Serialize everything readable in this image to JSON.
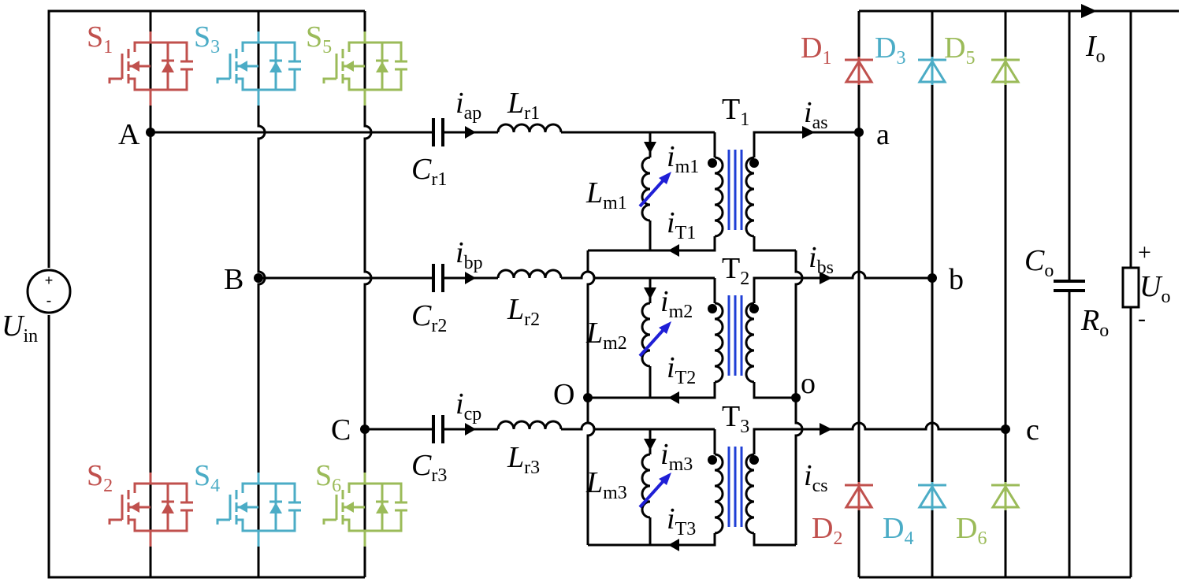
{
  "labels": {
    "S1": {
      "main": "S",
      "sub": "1"
    },
    "S2": {
      "main": "S",
      "sub": "2"
    },
    "S3": {
      "main": "S",
      "sub": "3"
    },
    "S4": {
      "main": "S",
      "sub": "4"
    },
    "S5": {
      "main": "S",
      "sub": "5"
    },
    "S6": {
      "main": "S",
      "sub": "6"
    },
    "D1": {
      "main": "D",
      "sub": "1"
    },
    "D2": {
      "main": "D",
      "sub": "2"
    },
    "D3": {
      "main": "D",
      "sub": "3"
    },
    "D4": {
      "main": "D",
      "sub": "4"
    },
    "D5": {
      "main": "D",
      "sub": "5"
    },
    "D6": {
      "main": "D",
      "sub": "6"
    },
    "A": "A",
    "B": "B",
    "C": "C",
    "a": "a",
    "b": "b",
    "c": "c",
    "O": "O",
    "o": "o",
    "Uin": {
      "main": "U",
      "sub": "in"
    },
    "Uo": {
      "main": "U",
      "sub": "o"
    },
    "Io": {
      "main": "I",
      "sub": "o"
    },
    "Co": {
      "main": "C",
      "sub": "o"
    },
    "Ro": {
      "main": "R",
      "sub": "o"
    },
    "Cr1": {
      "main": "C",
      "sub": "r1"
    },
    "Cr2": {
      "main": "C",
      "sub": "r2"
    },
    "Cr3": {
      "main": "C",
      "sub": "r3"
    },
    "Lr1": {
      "main": "L",
      "sub": "r1"
    },
    "Lr2": {
      "main": "L",
      "sub": "r2"
    },
    "Lr3": {
      "main": "L",
      "sub": "r3"
    },
    "Lm1": {
      "main": "L",
      "sub": "m1"
    },
    "Lm2": {
      "main": "L",
      "sub": "m2"
    },
    "Lm3": {
      "main": "L",
      "sub": "m3"
    },
    "iap": {
      "main": "i",
      "sub": "ap"
    },
    "ibp": {
      "main": "i",
      "sub": "bp"
    },
    "icp": {
      "main": "i",
      "sub": "cp"
    },
    "ias": {
      "main": "i",
      "sub": "as"
    },
    "ibs": {
      "main": "i",
      "sub": "bs"
    },
    "ics": {
      "main": "i",
      "sub": "cs"
    },
    "im1": {
      "main": "i",
      "sub": "m1"
    },
    "im2": {
      "main": "i",
      "sub": "m2"
    },
    "im3": {
      "main": "i",
      "sub": "m3"
    },
    "iT1": {
      "main": "i",
      "sub": "T1"
    },
    "iT2": {
      "main": "i",
      "sub": "T2"
    },
    "iT3": {
      "main": "i",
      "sub": "T3"
    },
    "T1": {
      "main": "T",
      "sub": "1"
    },
    "T2": {
      "main": "T",
      "sub": "2"
    },
    "T3": {
      "main": "T",
      "sub": "3"
    },
    "plus": "+",
    "minus": "-"
  },
  "colors": {
    "phase_a": "#c0504d",
    "phase_b": "#4bacc6",
    "phase_c": "#9bbb59",
    "variable_arrow": "#1f1fd6",
    "core": "#1f3fd6"
  }
}
